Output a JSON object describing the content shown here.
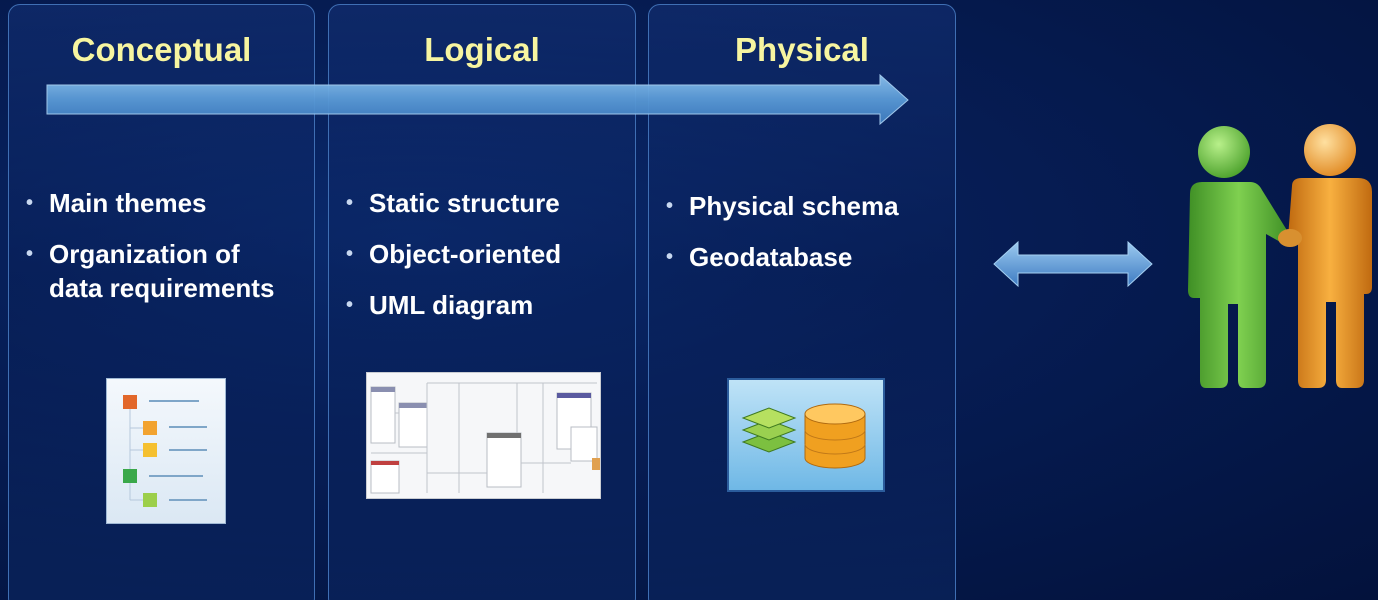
{
  "panels": [
    {
      "title": "Conceptual",
      "bullets": [
        "Main themes",
        "Organization of data requirements"
      ]
    },
    {
      "title": "Logical",
      "bullets": [
        "Static structure",
        "Object-oriented",
        "UML diagram"
      ]
    },
    {
      "title": "Physical",
      "bullets": [
        "Physical schema",
        "Geodatabase"
      ]
    }
  ],
  "icons": {
    "flow_arrow": "right-arrow-icon",
    "exchange_arrow": "double-arrow-icon",
    "people": "handshake-people-icon",
    "conceptual_thumb": "outline-list-icon",
    "logical_thumb": "uml-diagram-icon",
    "physical_thumb": "geodatabase-icon"
  },
  "colors": {
    "background": "#041848",
    "title": "#f7f5a0",
    "arrow": "#6aa6dd",
    "person_left": "#6cc04a",
    "person_right": "#f0a030"
  }
}
